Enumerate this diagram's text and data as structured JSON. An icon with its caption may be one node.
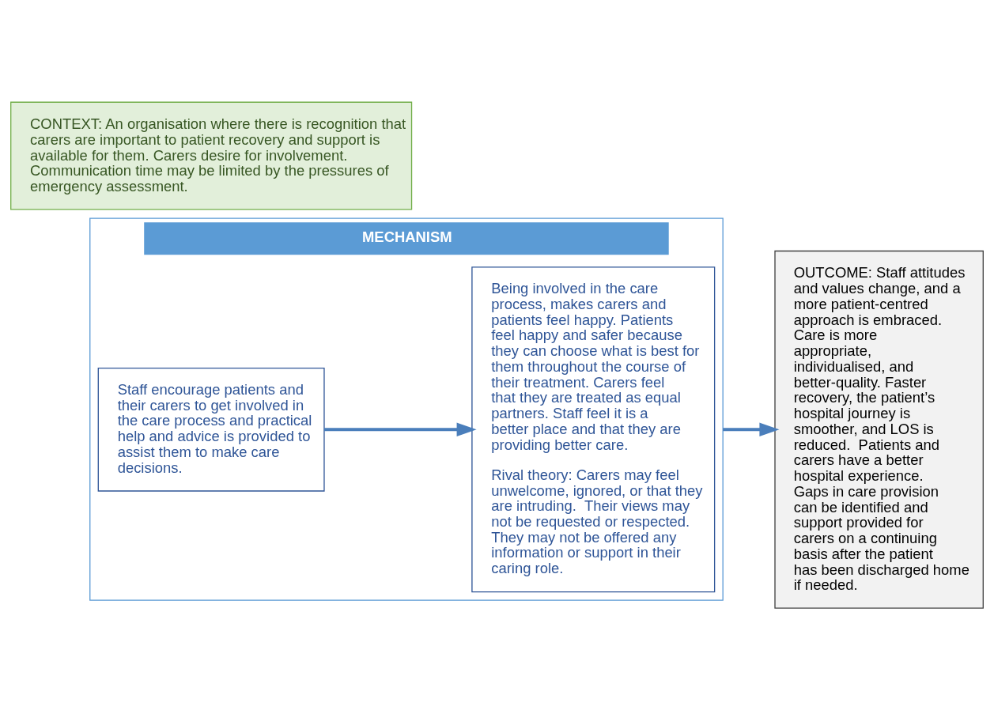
{
  "diagram": {
    "nodes": [
      {
        "text": [
          "MECHANISM"
        ]
      },
      {
        "text": [
          "Staff encourage patients and their carers to get involved in the care process and practical help and advice is provided to assist them to make care decisions."
        ],
        "in": 0
      },
      {
        "text": [
          "Being involved in the care process, makes carers and patients feel happy. Patients feel happy and safer because they can choose what is best for them throughout the course of their treatment. Carers feel that they are treated as equal partners. Staff feel it is a better place and that they are providing better care.",
          "Rival theory: Carers may feel unwelcome, ignored, or that they are intruding.  Their views may not be requested or respected. They may not be offered any information or support in their caring role."
        ],
        "in": 0
      },
      {
        "text": [
          "OUTCOME: Staff attitudes and values change, and a more patient-centred approach is embraced. Care is more appropriate, individualised, and better-quality. Faster recovery, the patient’s hospital journey is smoother, and LOS is reduced.  Patients and carers have a better hospital experience. Gaps in care provision can be identified and support provided for carers on a continuing basis after the patient has been discharged home if needed."
        ]
      },
      {
        "text": [
          "CONTEXT: An organisation where there is recognition that carers are important to patient recovery and support is available for them. Carers desire for involvement. Communication time may be limited by the pressures of emergency assessment."
        ]
      }
    ],
    "edges": [
      {
        "from": 1,
        "to": 2,
        "arrow": "to"
      },
      {
        "from": 0,
        "to": 3,
        "arrow": "to"
      }
    ]
  }
}
